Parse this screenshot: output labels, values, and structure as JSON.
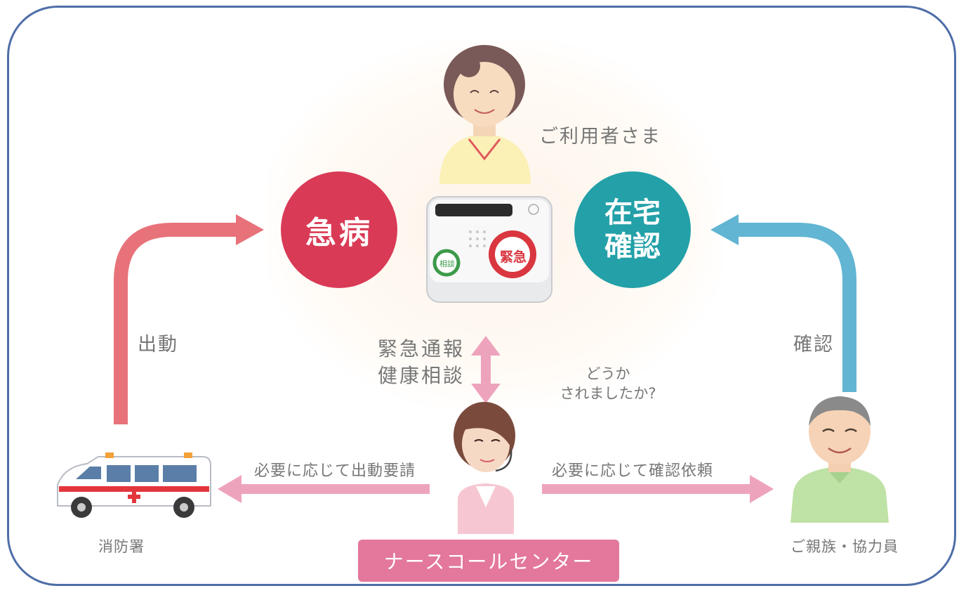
{
  "labels": {
    "user": "ご利用者さま",
    "dispatch": "出動",
    "confirm": "確認",
    "emergency_line1": "緊急通報",
    "emergency_line2": "健康相談",
    "ask_line1": "どうか",
    "ask_line2": "されましたか?",
    "request_dispatch": "必要に応じて出動要請",
    "request_confirm": "必要に応じて確認依頼",
    "fire_station": "消防署",
    "family": "ご親族・協力員",
    "nurse_center": "ナースコールセンター"
  },
  "circles": {
    "illness": "急病",
    "home_line1": "在宅",
    "home_line2": "確認"
  },
  "device": {
    "consult_button": "相談",
    "emergency_button": "緊急"
  },
  "colors": {
    "frame": "#4f6ea8",
    "illness": "#d93a55",
    "home_check": "#23a0a8",
    "dispatch_arrow": "#e8727a",
    "confirm_arrow": "#62b5d3",
    "request_arrow": "#eea3bd",
    "nurse_banner": "#e3779c"
  }
}
